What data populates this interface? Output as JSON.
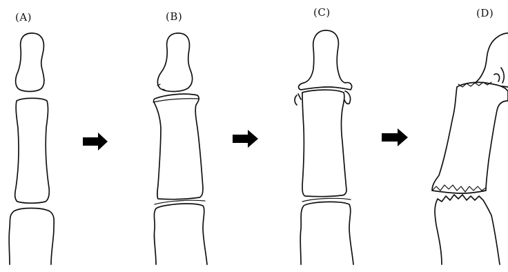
{
  "figure": {
    "panels": [
      {
        "id": "A",
        "label": "(A)"
      },
      {
        "id": "B",
        "label": "(B)"
      },
      {
        "id": "C",
        "label": "(C)"
      },
      {
        "id": "D",
        "label": "(D)"
      }
    ],
    "arrows": [
      {
        "from": "A",
        "to": "B",
        "icon": "right-arrow-icon"
      },
      {
        "from": "B",
        "to": "C",
        "icon": "right-arrow-icon"
      },
      {
        "from": "C",
        "to": "D",
        "icon": "right-arrow-icon"
      }
    ]
  }
}
